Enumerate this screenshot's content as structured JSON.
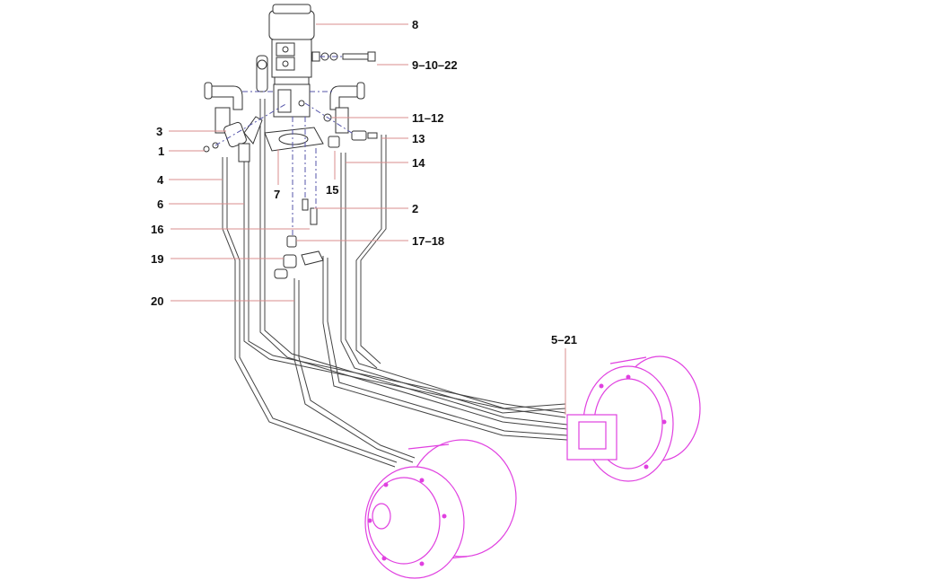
{
  "diagram": {
    "title": "Swivel joint and travel motor hydraulic lines exploded view",
    "colors": {
      "leader": "#d98c8c",
      "motor": "#e040e0",
      "line": "#333333"
    },
    "callouts": {
      "c8": "8",
      "c9_10_22": "9-10-22",
      "c11_12": "11-12",
      "c13": "13",
      "c14": "14",
      "c15": "15",
      "c2": "2",
      "c17_18": "17-18",
      "c3": "3",
      "c1": "1",
      "c4": "4",
      "c6": "6",
      "c7": "7",
      "c16": "16",
      "c19": "19",
      "c20": "20",
      "c5_21": "5-21"
    }
  }
}
